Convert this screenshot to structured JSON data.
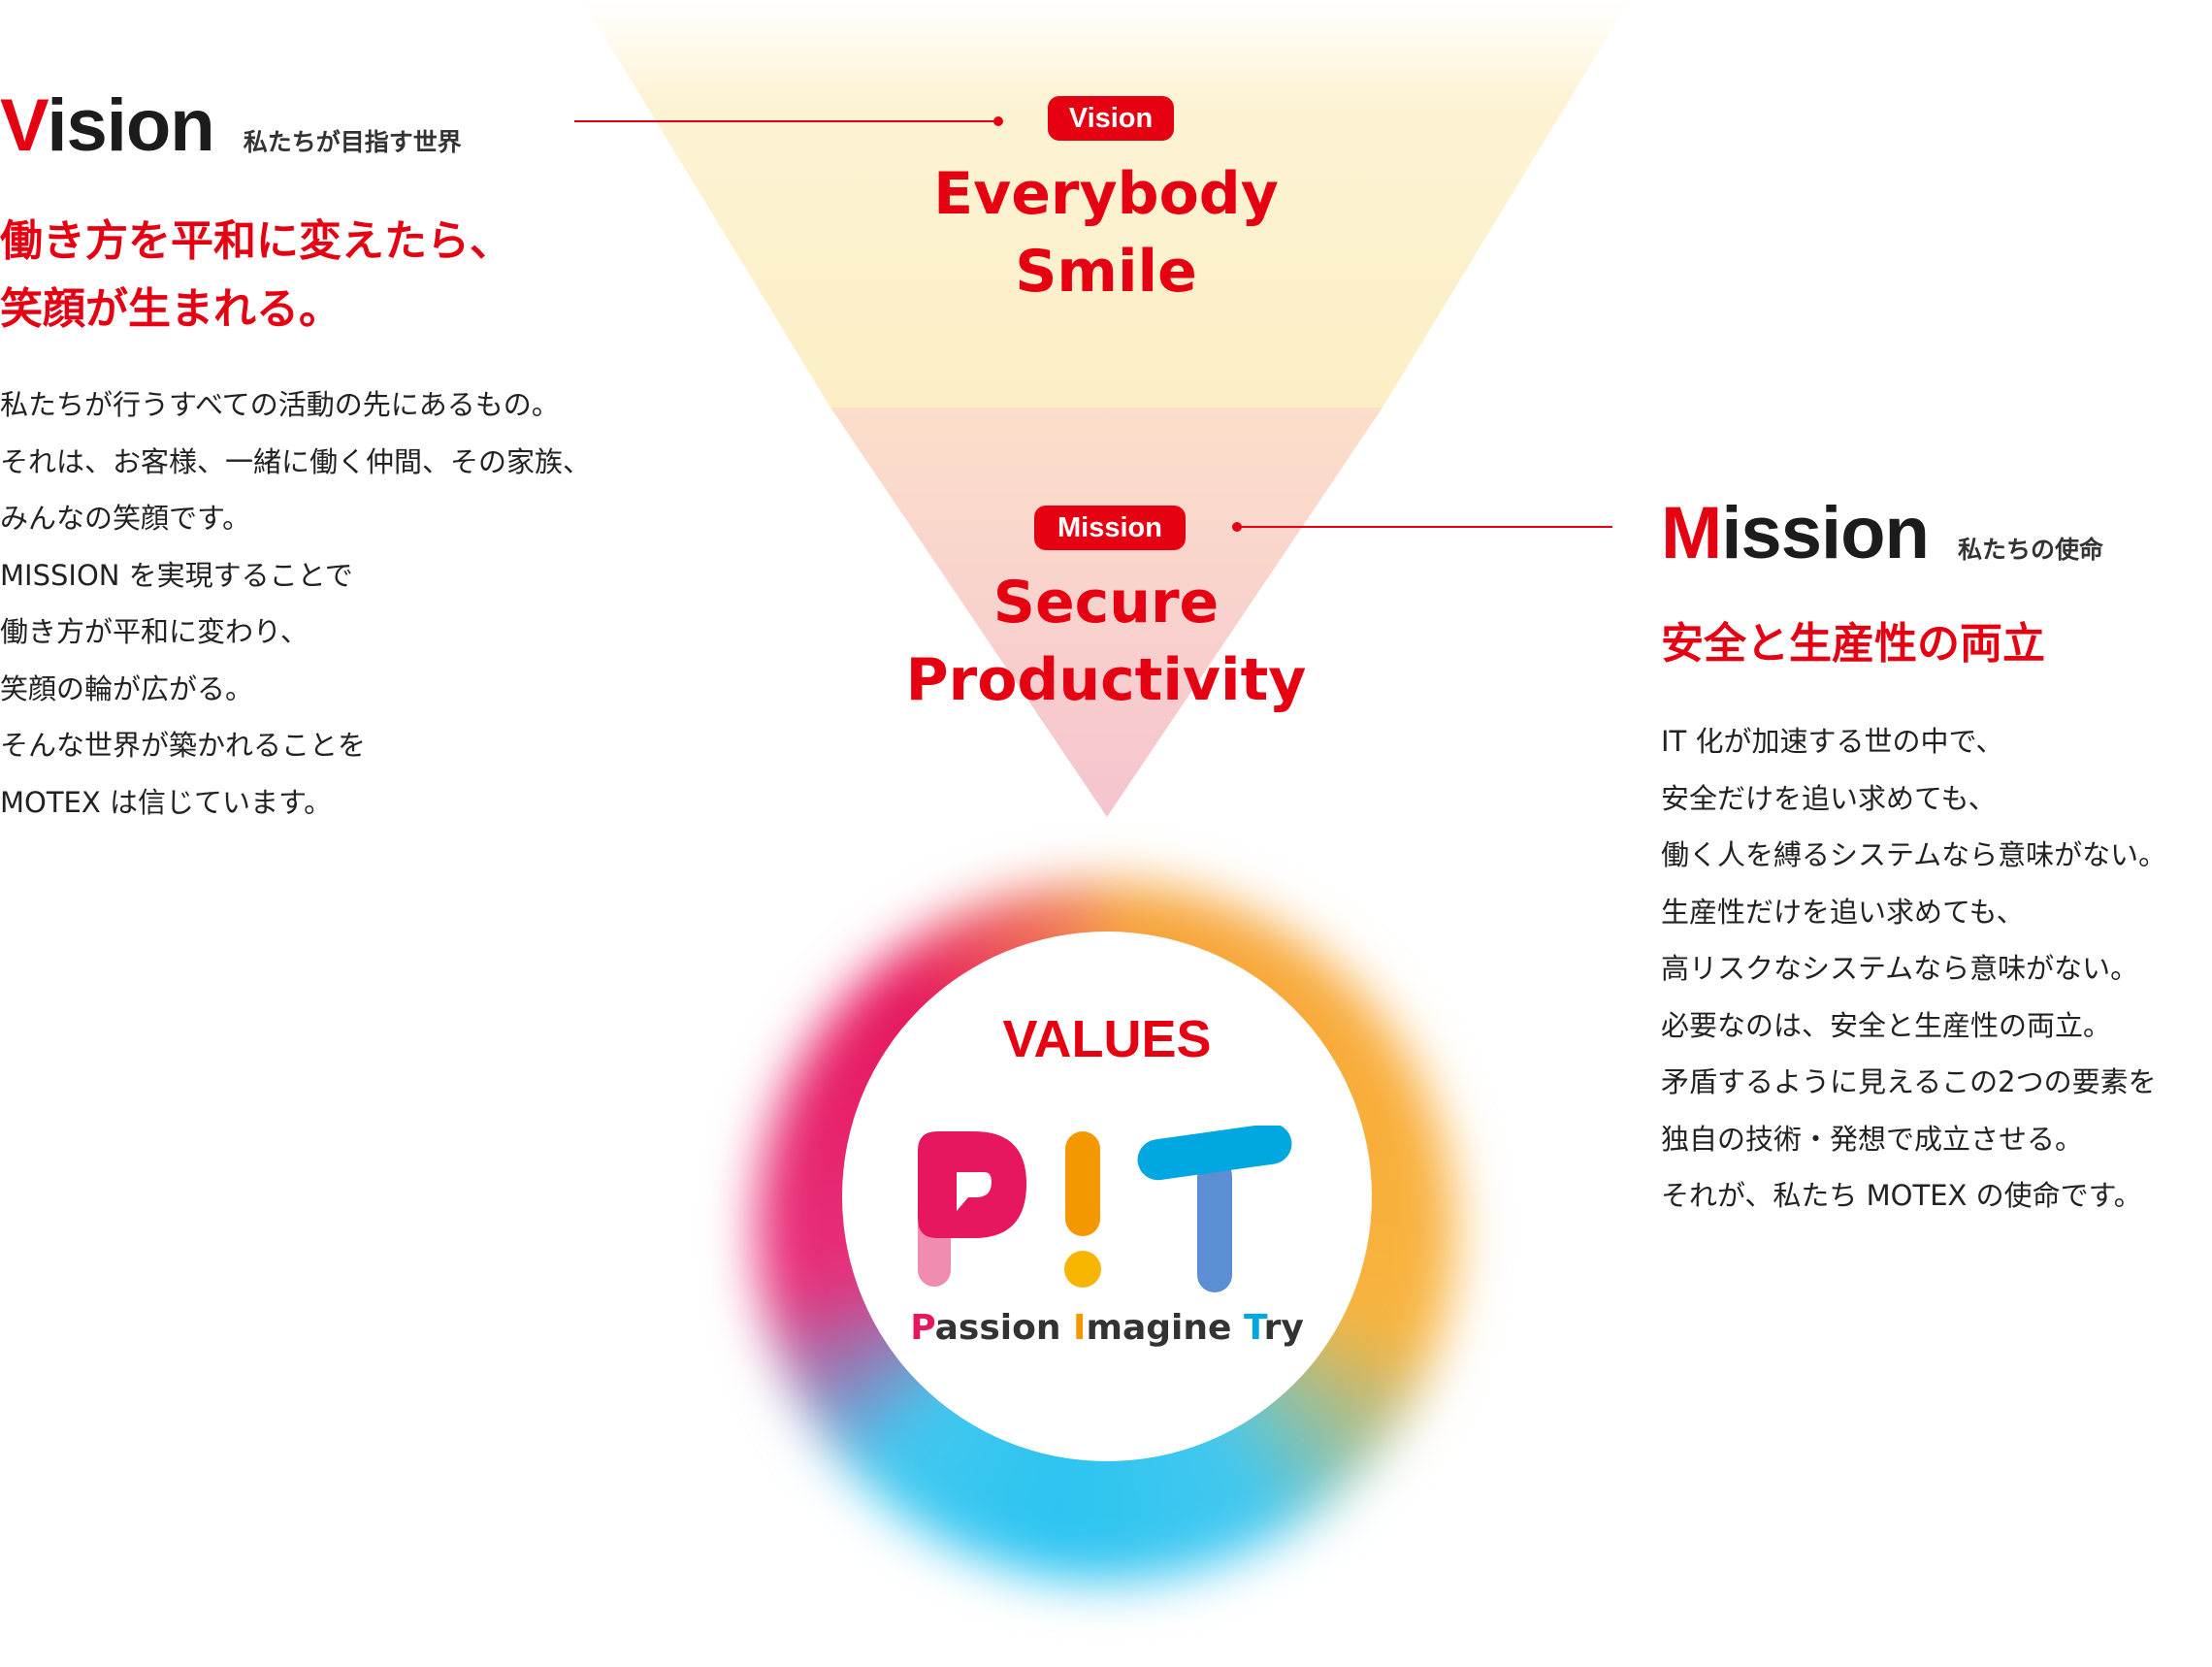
{
  "colors": {
    "accent": "#e50012",
    "pink": "#e6175f",
    "orange": "#f39800",
    "cyan": "#00a7e1"
  },
  "vision": {
    "title_cap": "V",
    "title_rest": "ision",
    "subtitle": "私たちが目指す世界",
    "catch": [
      "働き方を平和に変えたら、",
      "笑顔が生まれる。"
    ],
    "body": [
      "私たちが行うすべての活動の先にあるもの。",
      "それは、お客様、一緒に働く仲間、その家族、",
      "みんなの笑顔です。",
      "MISSION を実現することで",
      "働き方が平和に変わり、",
      "笑顔の輪が広がる。",
      "そんな世界が築かれることを",
      "MOTEX は信じています。"
    ]
  },
  "mission": {
    "title_cap": "M",
    "title_rest": "ission",
    "subtitle": "私たちの使命",
    "catch": "安全と生産性の両立",
    "body": [
      "IT 化が加速する世の中で、",
      "安全だけを追い求めても、",
      "働く人を縛るシステムなら意味がない。",
      "生産性だけを追い求めても、",
      "高リスクなシステムなら意味がない。",
      "必要なのは、安全と生産性の両立。",
      "矛盾するように見えるこの2つの要素を",
      "独自の技術・発想で成立させる。",
      "それが、私たち MOTEX の使命です。"
    ]
  },
  "triangle": {
    "vision_tag": "Vision",
    "vision_lines": [
      "Everybody",
      "Smile"
    ],
    "mission_tag": "Mission",
    "mission_lines": [
      "Secure",
      "Productivity"
    ]
  },
  "values": {
    "label": "VALUES",
    "words": [
      {
        "initial": "P",
        "rest": "assion"
      },
      {
        "initial": "I",
        "rest": "magine"
      },
      {
        "initial": "T",
        "rest": "ry"
      }
    ]
  }
}
